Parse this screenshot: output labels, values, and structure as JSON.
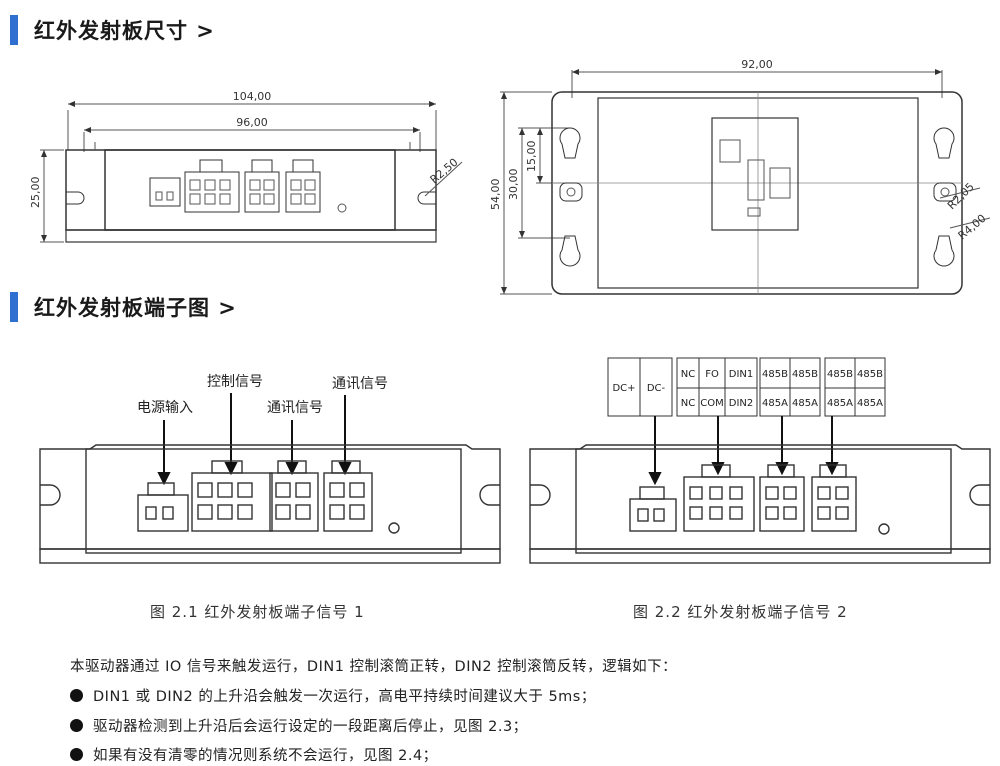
{
  "sections": {
    "size_title": "红外发射板尺寸 >",
    "terminal_title": "红外发射板端子图 >"
  },
  "dim_left": {
    "overall_width": "104,00",
    "inner_width": "96,00",
    "height": "25,00",
    "radius": "R2,50"
  },
  "dim_right": {
    "width": "92,00",
    "height_total": "54,00",
    "hole_spacing": "30,00",
    "half_spacing": "15,00",
    "radius_small": "R2,05",
    "radius_large": "R4,00"
  },
  "fig1": {
    "label_power": "电源输入",
    "label_control": "控制信号",
    "label_comm_1": "通讯信号",
    "label_comm_2": "通讯信号",
    "caption": "图 2.1  红外发射板端子信号 1"
  },
  "fig2": {
    "pins_power": [
      "DC+",
      "DC-"
    ],
    "pins_control_row1": [
      "NC",
      "FO",
      "DIN1"
    ],
    "pins_control_row2": [
      "NC",
      "COM",
      "DIN2"
    ],
    "pins_comm1_row1": [
      "485B",
      "485B"
    ],
    "pins_comm1_row2": [
      "485A",
      "485A"
    ],
    "pins_comm2_row1": [
      "485B",
      "485B"
    ],
    "pins_comm2_row2": [
      "485A",
      "485A"
    ],
    "caption": "图 2.2  红外发射板端子信号 2"
  },
  "text": {
    "intro": "本驱动器通过 IO 信号来触发运行，DIN1 控制滚筒正转，DIN2 控制滚筒反转，逻辑如下：",
    "bullets": [
      "DIN1 或 DIN2 的上升沿会触发一次运行，高电平持续时间建议大于 5ms；",
      "驱动器检测到上升沿后会运行设定的一段距离后停止，见图 2.3；",
      "如果有没有清零的情况则系统不会运行，见图 2.4；"
    ]
  },
  "colors": {
    "accent": "#2f6fd0"
  }
}
